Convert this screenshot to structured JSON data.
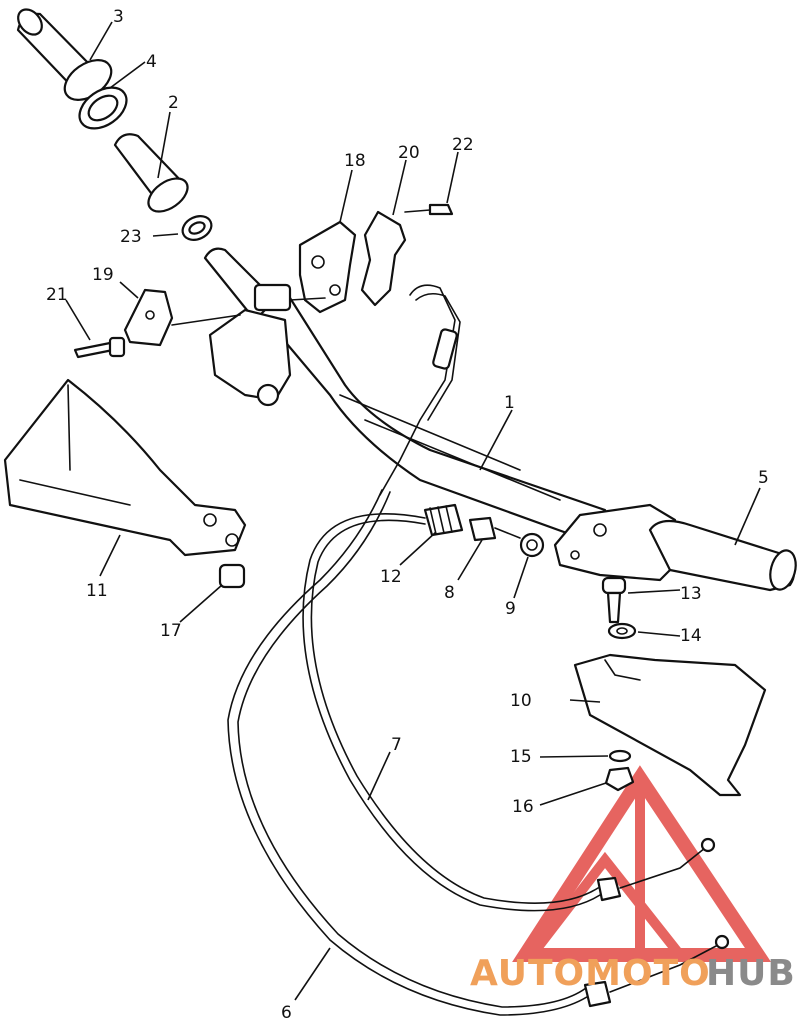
{
  "diagram": {
    "callouts": [
      "1",
      "2",
      "3",
      "4",
      "5",
      "6",
      "7",
      "8",
      "9",
      "10",
      "11",
      "12",
      "13",
      "14",
      "15",
      "16",
      "17",
      "18",
      "19",
      "20",
      "21",
      "22",
      "23"
    ]
  },
  "watermark": {
    "text_a": "AUTOMOTO",
    "text_b": "HUB",
    "color_a": "#f0a05a",
    "color_b": "#8a8a8a",
    "logo_color": "#e24a45"
  }
}
